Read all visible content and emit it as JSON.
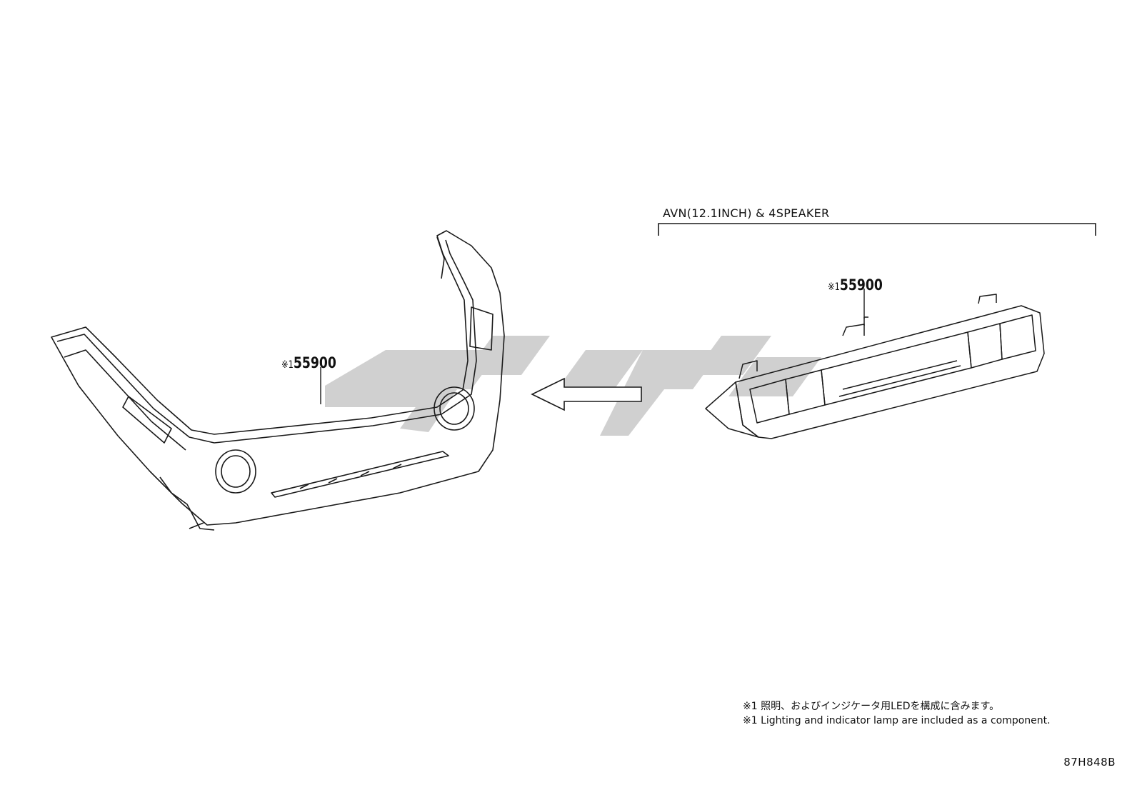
{
  "variant_label": "AVN(12.1INCH) & 4SPEAKER",
  "callouts": [
    {
      "mark": "※1",
      "part_number": "55900"
    },
    {
      "mark": "※1",
      "part_number": "55900"
    }
  ],
  "notes": {
    "japanese": "※1 照明、およびインジケータ用LEDを構成に含みます。",
    "english": "※1 Lighting and indicator lamp are included as a component."
  },
  "figure_code": "87H848B",
  "watermark": "کی‌پارت",
  "colors": {
    "line": "#1a1a1a",
    "watermark": "#c9c9c9",
    "background": "#ffffff"
  }
}
